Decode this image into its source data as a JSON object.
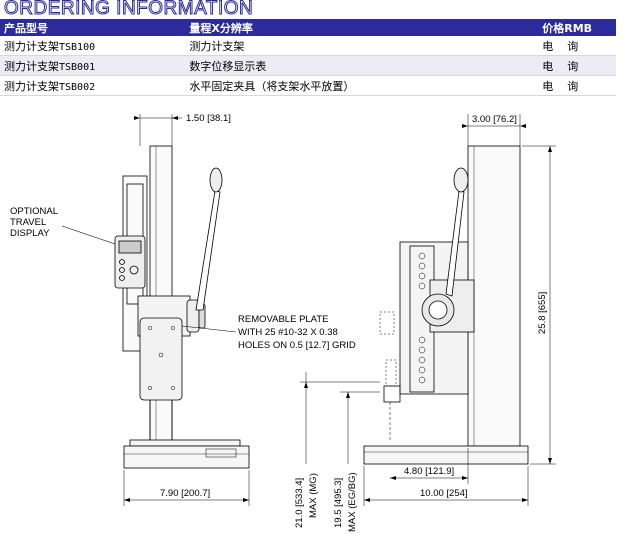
{
  "header": {
    "title": "ORDERING INFORMATION"
  },
  "table": {
    "columns": [
      "产品型号",
      "量程X分辨率",
      "价格RMB"
    ],
    "rows": [
      {
        "model_prefix": "测力计支架",
        "model_code": "TSB100",
        "desc": "测力计支架",
        "price": "电    询"
      },
      {
        "model_prefix": "测力计支架",
        "model_code": "TSB001",
        "desc": "数字位移显示表",
        "price": "电    询"
      },
      {
        "model_prefix": "测力计支架",
        "model_code": "TSB002",
        "desc": "水平固定夹具（将支架水平放置）",
        "price": "电    询"
      }
    ]
  },
  "drawing": {
    "dim_top_left": "1.50 [38.1]",
    "dim_top_right": "3.00 [76.2]",
    "callout_display": [
      "OPTIONAL",
      "TRAVEL",
      "DISPLAY"
    ],
    "callout_plate": [
      "REMOVABLE PLATE",
      "WITH 25 #10-32 X 0.38",
      "HOLES ON 0.5 [12.7] GRID"
    ],
    "dim_base_width": "7.90 [200.7]",
    "dim_height_right": "25.8 [655]",
    "dim_max_mg": [
      "21.0 [533.4]",
      "MAX (MG)"
    ],
    "dim_max_egbg": [
      "19.5 [495.3]",
      "MAX (EG/BG)"
    ],
    "dim_depth": "4.80 [121.9]",
    "dim_base_depth": "10.00 [254]"
  }
}
